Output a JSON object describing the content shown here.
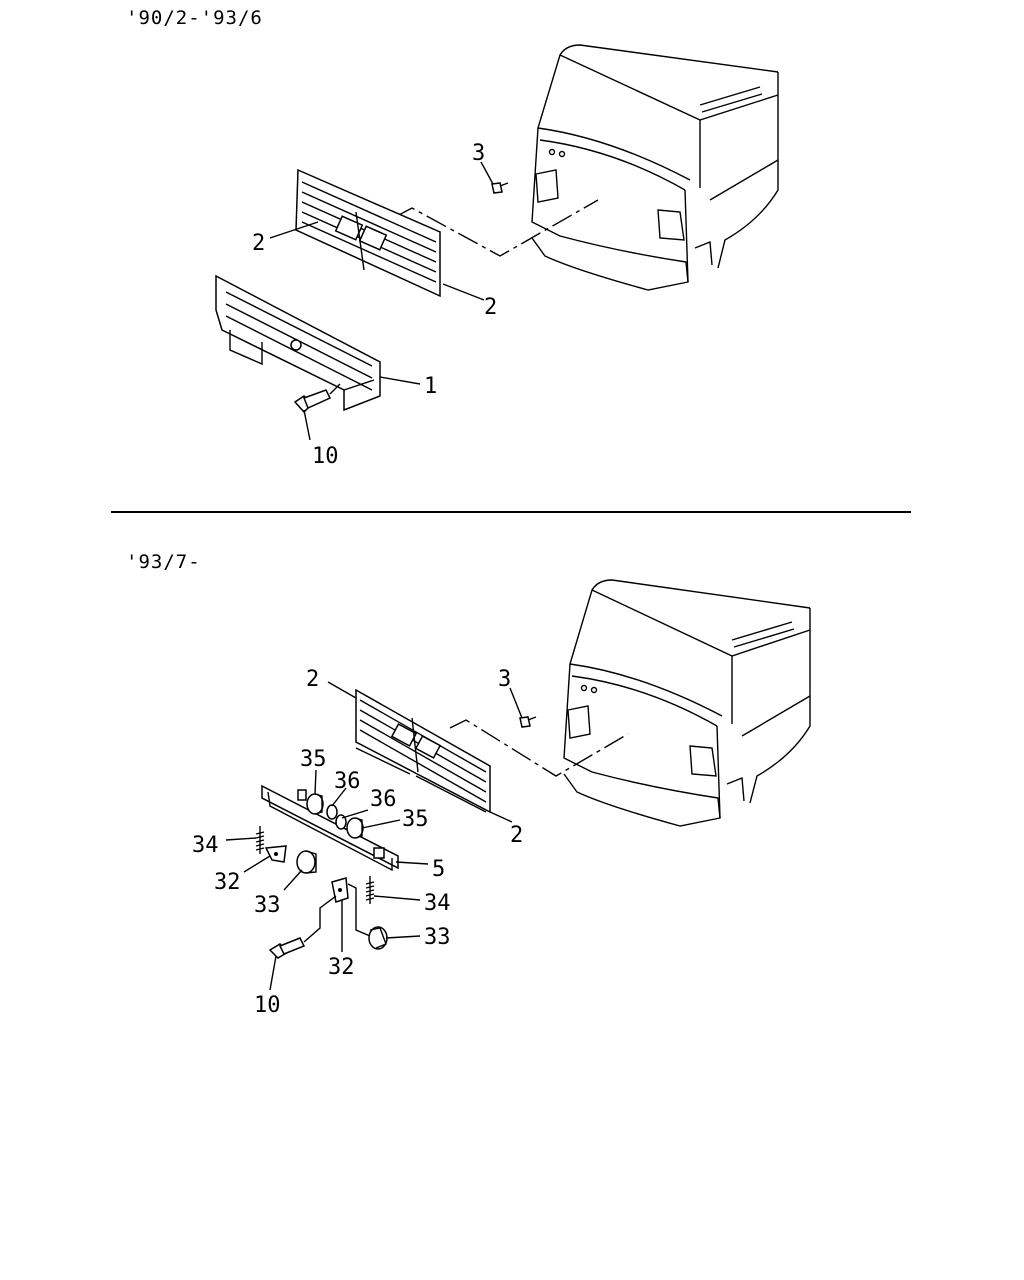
{
  "sections": [
    {
      "period": "'90/2-'93/6",
      "callouts": [
        "3",
        "2",
        "2",
        "1",
        "10"
      ]
    },
    {
      "period": "'93/7-",
      "callouts": [
        "2",
        "3",
        "35",
        "36",
        "36",
        "35",
        "34",
        "5",
        "32",
        "33",
        "34",
        "33",
        "32",
        "10",
        "2"
      ]
    }
  ]
}
